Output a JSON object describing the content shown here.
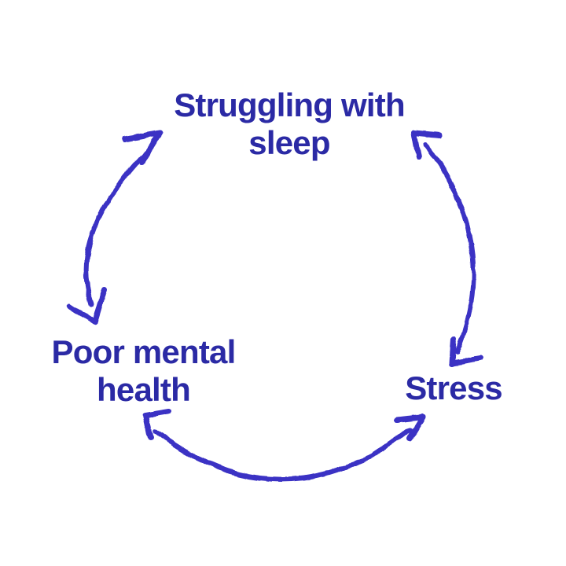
{
  "colors": {
    "background": "#ffffff",
    "text": "#2b2aa5",
    "arrow": "#3b33c4"
  },
  "nodes": [
    {
      "id": "struggling-with-sleep",
      "label": "Struggling with sleep",
      "position": "top"
    },
    {
      "id": "poor-mental-health",
      "label": "Poor mental health",
      "position": "bottom-left"
    },
    {
      "id": "stress",
      "label": "Stress",
      "position": "bottom-right"
    }
  ],
  "edges": [
    {
      "between": [
        "poor-mental-health",
        "struggling-with-sleep"
      ],
      "side": "left",
      "arrow_style": "hand-drawn curved arc, arrowheads at both ends"
    },
    {
      "between": [
        "struggling-with-sleep",
        "stress"
      ],
      "side": "right",
      "arrow_style": "hand-drawn curved arc, arrowheads at both ends"
    },
    {
      "between": [
        "stress",
        "poor-mental-health"
      ],
      "side": "bottom",
      "arrow_style": "hand-drawn curved arc, arrowheads at both ends"
    }
  ]
}
